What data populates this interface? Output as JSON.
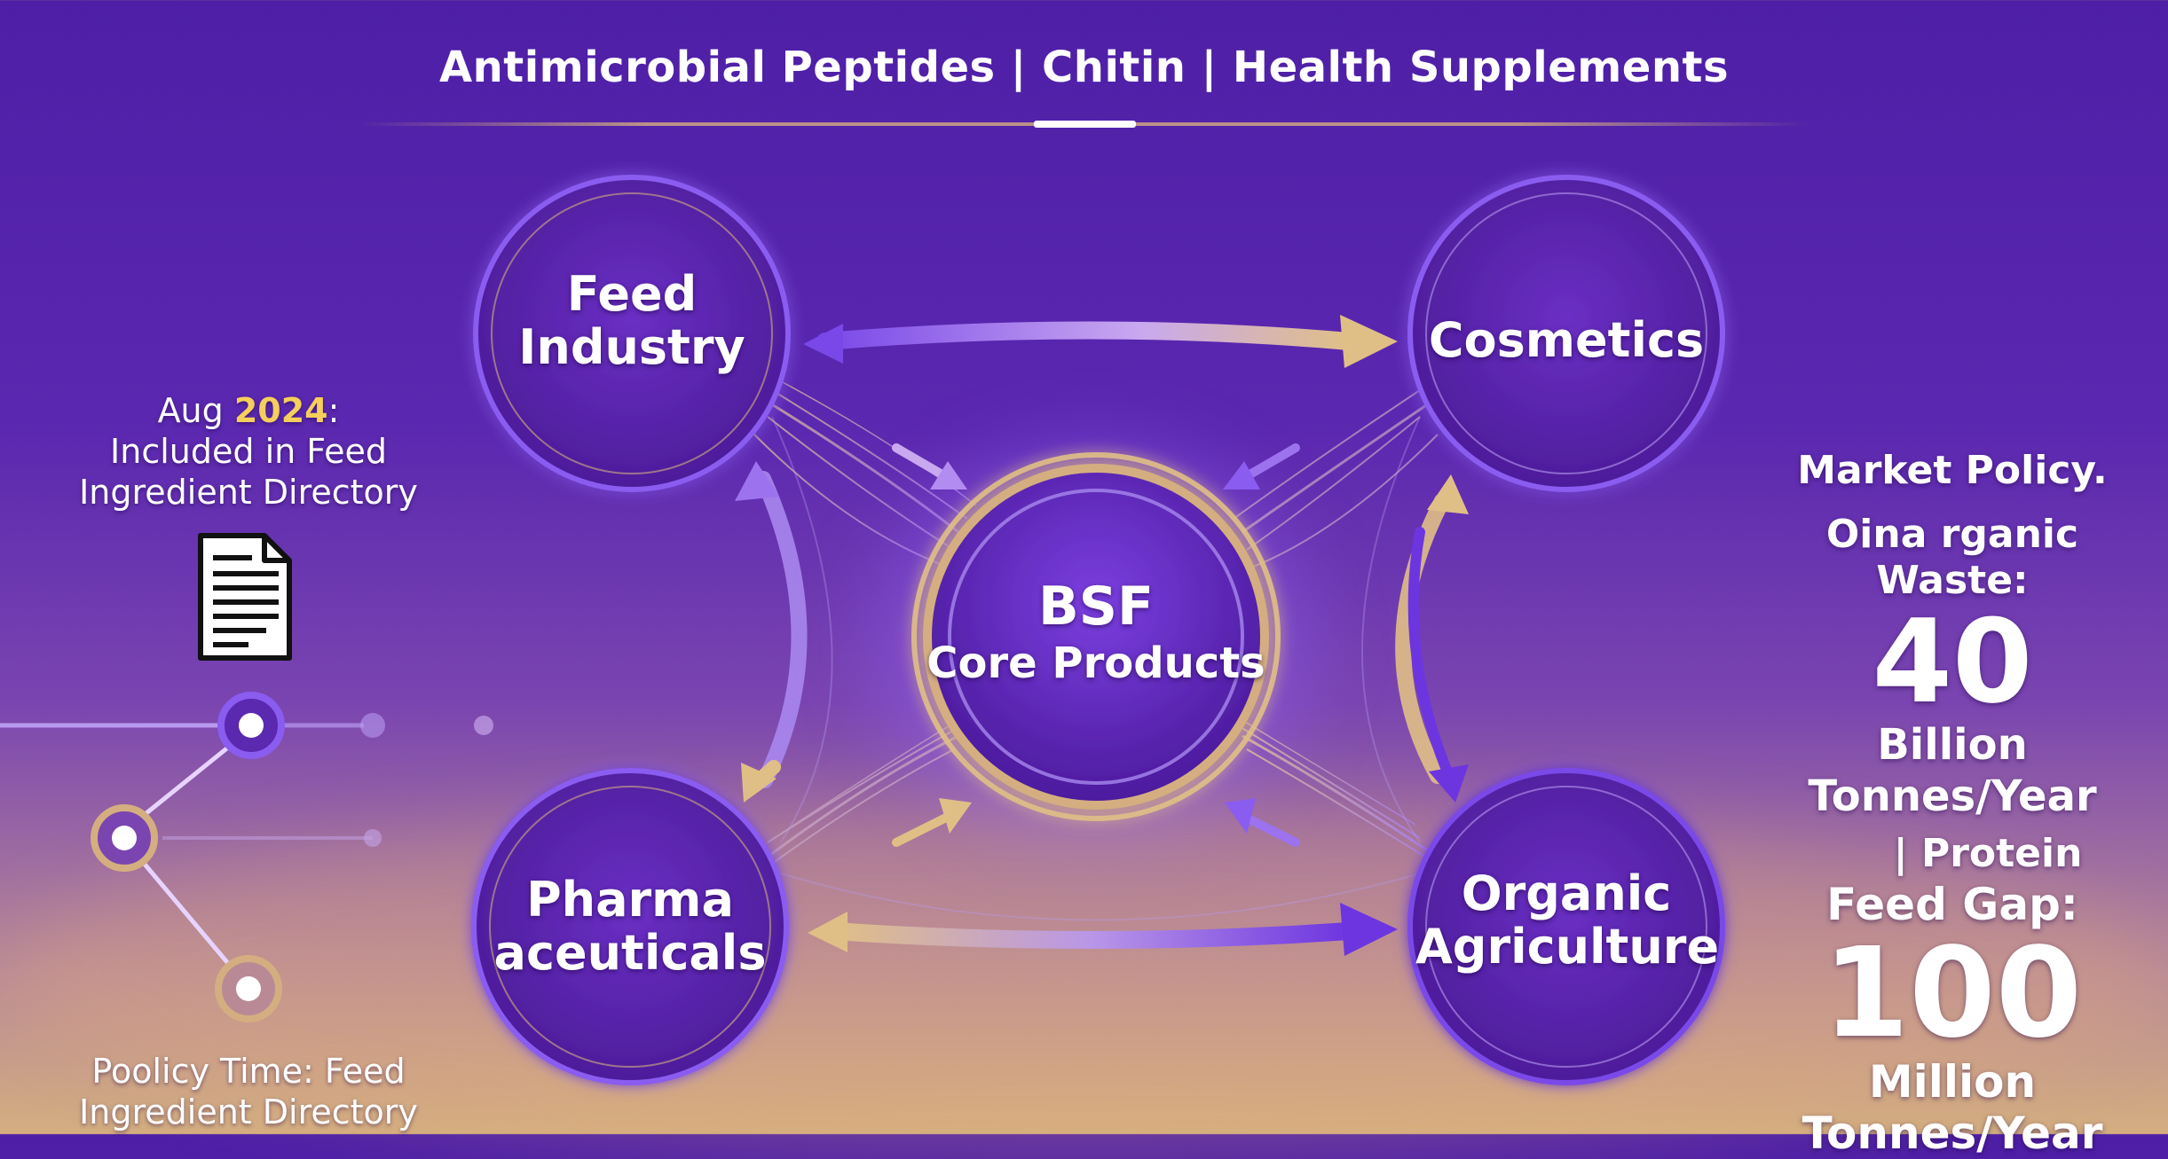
{
  "header": {
    "title": "Antimicrobial Peptides | Chitin | Health Supplements"
  },
  "nodes": {
    "core": {
      "line1": "BSF",
      "line2": "Core Products"
    },
    "feed": {
      "line1": "Feed",
      "line2": "Industry"
    },
    "cosmetics": {
      "line1": "Cosmetics"
    },
    "pharma": {
      "line1": "Pharma",
      "line2": "aceuticals"
    },
    "organic": {
      "line1": "Organic",
      "line2": "Agriculture"
    }
  },
  "timeline": {
    "top_note": {
      "date_prefix": "Aug ",
      "year": "2024",
      "suffix": ":",
      "line2": "Included in Feed",
      "line3": "Ingredient Directory"
    },
    "bottom_note": {
      "line1": "Poolicy Time: Feed",
      "line2": "Ingredient Directory"
    }
  },
  "market": {
    "title": "Market Policy.",
    "waste_label": "Oina rganic Waste:",
    "waste_value": "40",
    "waste_unit_1": "Billion",
    "waste_unit_2": "Tonnes/Year",
    "gap_label_1": "| Protein",
    "gap_label_2": "Feed Gap:",
    "gap_value": "100",
    "gap_unit_1": "Million",
    "gap_unit_2": "Tonnes/Year"
  },
  "colors": {
    "accent_gold": "#d4ae80",
    "accent_purple": "#8a5cf0",
    "highlight_yellow": "#f5cf5b",
    "background_top": "#4e1fa6"
  },
  "icons": [
    "document-icon",
    "timeline-node-icon"
  ]
}
